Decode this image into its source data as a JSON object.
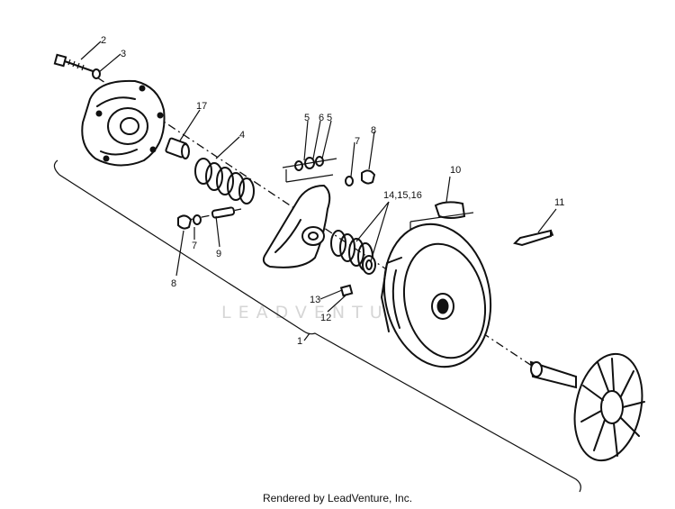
{
  "watermark": "LEADVENTURE",
  "footer_text": "Rendered by LeadVenture, Inc.",
  "callouts": {
    "c1": "1",
    "c2": "2",
    "c3": "3",
    "c4": "4",
    "c5a": "5",
    "c5b": "5",
    "c6": "6",
    "c7a": "7",
    "c7b": "7",
    "c8a": "8",
    "c8b": "8",
    "c9": "9",
    "c10": "10",
    "c11": "11",
    "c12": "12",
    "c13": "13",
    "c14": "14,15,16",
    "c17": "17"
  }
}
